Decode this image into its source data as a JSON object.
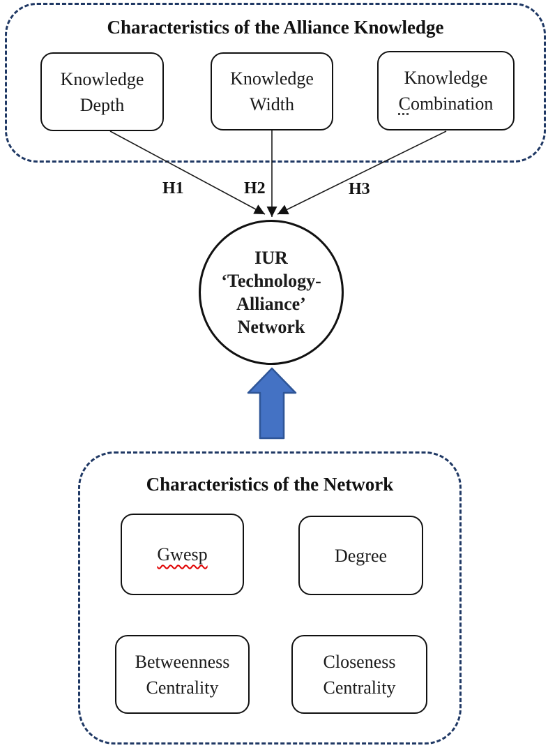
{
  "top_section": {
    "title": "Characteristics of the Alliance Knowledge",
    "boxes": [
      {
        "line1": "Knowledge",
        "line2": "Depth"
      },
      {
        "line1": "Knowledge",
        "line2": "Width"
      },
      {
        "line1": "Knowledge",
        "line2": "Combination"
      }
    ]
  },
  "hypotheses": {
    "h1": "H1",
    "h2": "H2",
    "h3": "H3"
  },
  "center_node": {
    "line1": "IUR",
    "line2": "‘Technology-",
    "line3": "Alliance’",
    "line4": "Network"
  },
  "bottom_section": {
    "title": "Characteristics of the Network",
    "boxes": [
      {
        "label": "Gwesp"
      },
      {
        "label": "Degree"
      },
      {
        "line1": "Betweenness",
        "line2": "Centrality"
      },
      {
        "line1": "Closeness",
        "line2": "Centrality"
      }
    ]
  },
  "colors": {
    "dashed_border": "#1f3864",
    "box_border": "#111111",
    "connector_line": "#1a1a1a",
    "arrowhead": "#111111",
    "block_arrow_fill": "#4472c4",
    "block_arrow_outline": "#2e5597",
    "misspell_underline": "#e00000"
  }
}
